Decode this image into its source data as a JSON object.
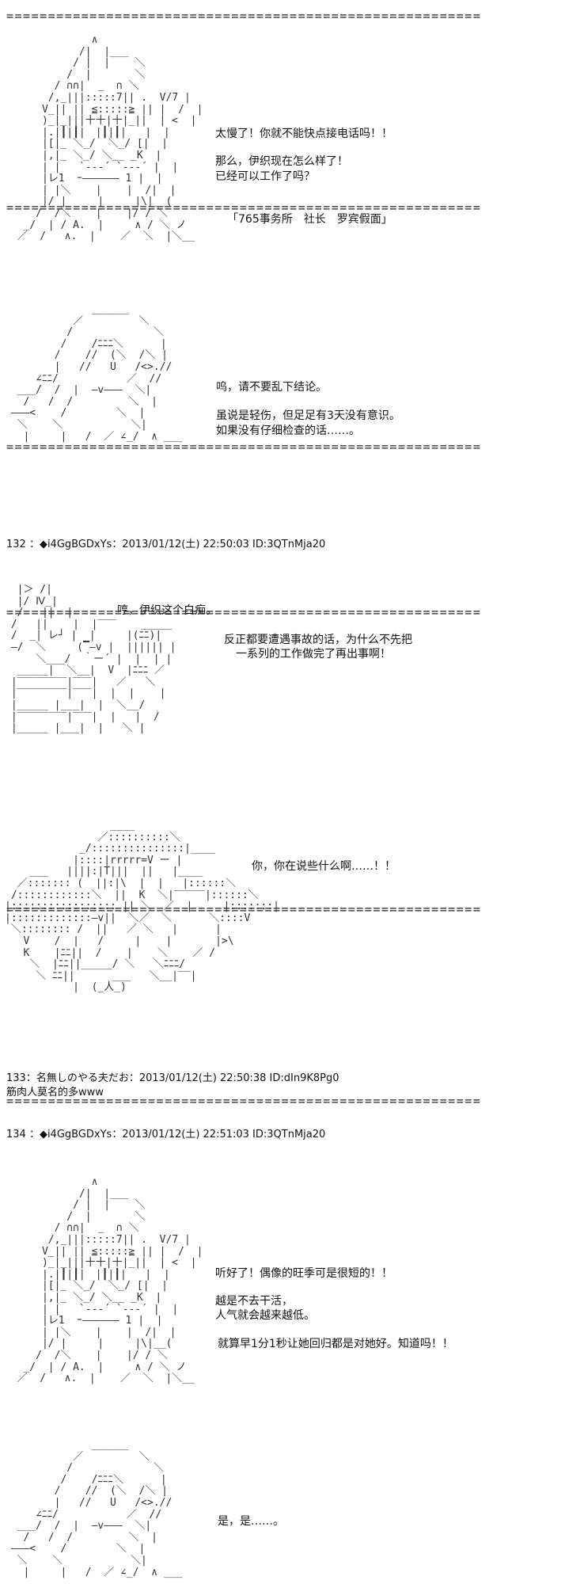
{
  "rule": "==================================================================",
  "post_132_header": "132 ：◆i4GgBGDxYs：2013/01/12(土) 22:50:03 ID:3QTnMja20",
  "post_133_header": "133：名無しのやる夫だお：2013/01/12(土) 22:50:38 ID:dIn9K8Pg0",
  "post_133_body": "筋肉人莫名的多www",
  "post_134_header": "134 ：◆i4GgBGDxYs：2013/01/12(土) 22:51:03 ID:3QTnMja20",
  "panel1": {
    "lines": [
      "太慢了！你就不能快点接电话吗！！",
      "那么，伊织现在怎么样了！",
      "已经可以工作了吗？",
      "「765事务所　社长　罗宾假面」"
    ]
  },
  "panel2": {
    "lines": [
      "呜，请不要乱下结论。",
      "虽说是轻伤，但足足有3天没有意识。",
      "如果没有仔细检查的话……。"
    ]
  },
  "panel3": {
    "lines": [
      "哼，伊织这个白痴。",
      "反正都要遭遇事故的话，为什么不先把",
      "一系列的工作做完了再出事啊！"
    ]
  },
  "panel4": {
    "lines": [
      "你，你在说些什么啊……！！"
    ]
  },
  "panel5": {
    "lines": [
      "听好了！偶像的旺季可是很短的！！",
      "越是不去干活，",
      "人气就会越来越低。",
      "就算早1分1秒让她回归都是对她好。知道吗！！"
    ]
  },
  "panel6": {
    "lines": [
      "是，是……。"
    ]
  },
  "art": {
    "boss": "              ∧\n            /|  |___\n           / |  |    ＼\n          /  |       ＼\n        / ∩∩|  _  ∩ ＼\n       /,_|||:::::7|| .  V/7 |\n      V_|| || ≦:::::≧ || |  /  |\n      )_|_|||十十|十|_||  | <  |\n      |.|┃|┃|　|┃|┃|   |  |\n      |[|_ ＼_/  ＼_/ [|  |\n      |,|_ ＼_/ ＼__ _K  |\n      | |   `---´ `---´ |  |\n      |レ1  ｰ―――――― 1 |  |\n      | |＼    |    |  /|  |\n      |/ |     |     |\\|__(\n     /  /＼    |    |/ / ＼\n   _/  | / A.  |     ∧ / ＼ ノ\n  ／  /   ∧.  |    ／  ＼  |＼__",
    "iori": "              ______\n           ／         ＼\n          /             ＼\n         /    /ﾆﾆﾆ＼      |\n        /    //  (＼  /＼ |\n        |   //   U   /<>.//\n     ∠ﾆﾆ/           ／  //\n  ___/  /  |  ―v―――  ＼|\n   /   /  /         ＼  |\n ―――<    /        ＼  |\n  ＼    ＼           ＼|\n   |     |   /  ／ ∠_/  ∧ ___",
    "hmph": "  |＞ /|\n  |/ Ⅳ_|\n  /   ||  |\n /   ||    |  |‾‾‾    _____\n /  _| レ┘ |  |     |(ﾆﾆ)|\n ―/  ＼     (▔―v |  |||||| |\n     ＼___/  ｀ー´ |  |  | |\n  _____|  ＼__|  V  |ﾆﾆﾆ ／\n |‾‾‾‾‾‾‾‾|‾‾‾|   ／   ＼\n |‾‾‾‾‾‾‾‾|‾‾‾|  |  |    |\n |_____ |___|  |  ＼__/\n |‾‾‾‾‾‾‾‾|‾‾‾|  |   |  /\n |_____ |___|  |   ＼ |",
    "chubby": "                 ____\n               ／::::::::::＼\n            _/:::::::::::::::|____\n           |::::|rrrrr=V ー |\n    ___   ||||:|T|||  ||   |____\n  ／::::::: (  ||:|\\  |  |   |::::::＼\n /::::::::::::＼  ||  K  ＼|‾‾‾‾‾|::::::＼\n|::::::::::::::::: || ＼  ／  |     |:::::::|\n|:::::::::::::―v||  ＼／  ＼      ＼::::V\n ＼:::::::: /  ||   ／ ＼   |      |\n   V    /  |   /     |    |       |>\\\n   K    |ﾆﾆ||  /    |    ＼    ／ /\n    ＼  |ﾆﾆ||_____/ ＼   ＼ﾆﾆﾆ/\n     ＼ ﾆﾆ||      ___   ＼__|‾‾|\n           |  (_人_)        "
  }
}
